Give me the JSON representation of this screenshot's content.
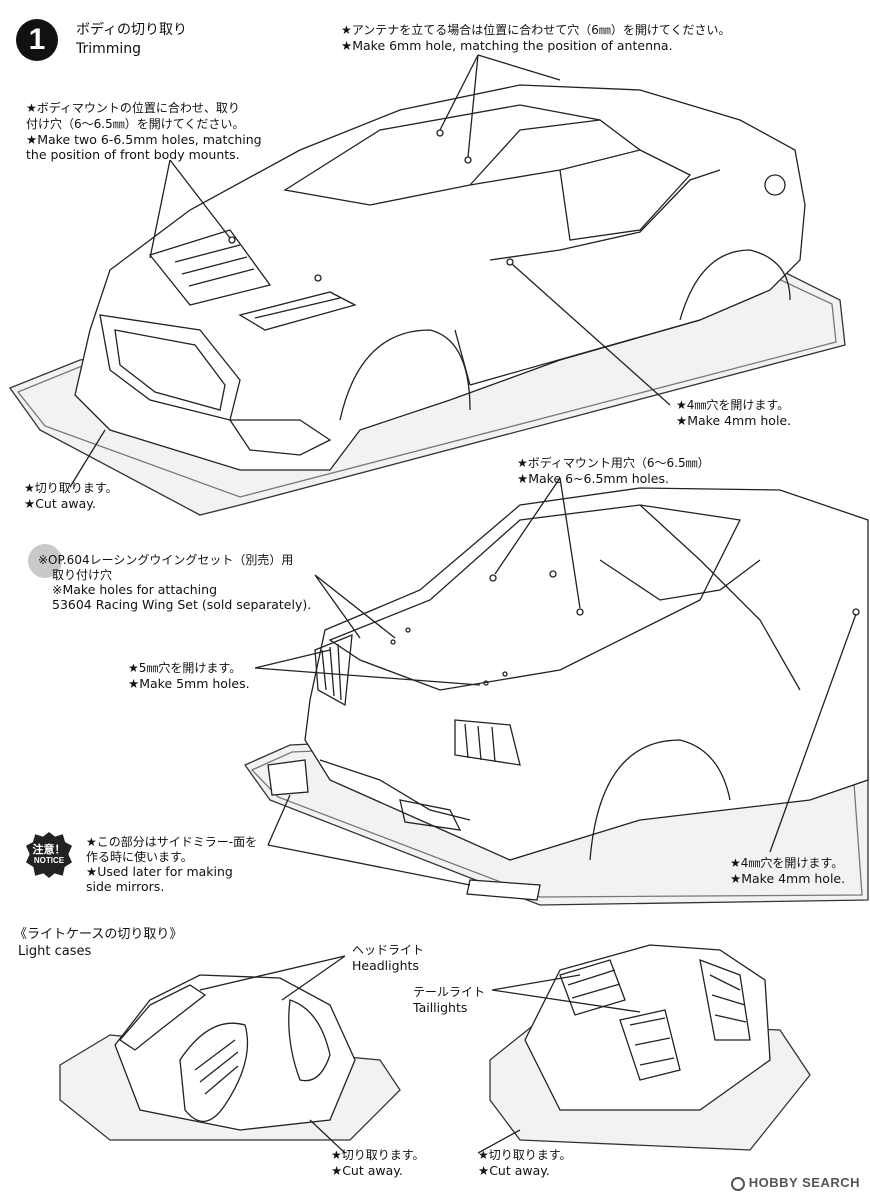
{
  "step": {
    "number": "1",
    "title_jp": "ボディの切り取り",
    "title_en": "Trimming"
  },
  "callouts": {
    "antenna_jp": "★アンテナを立てる場合は位置に合わせて穴（6㎜）を開けてください。",
    "antenna_en": "★Make 6mm hole, matching the position of antenna.",
    "front_mount_jp1": "★ボディマウントの位置に合わせ、取り",
    "front_mount_jp2": "付け穴（6～6.5㎜）を開けてください。",
    "front_mount_en1": "★Make two 6-6.5mm holes, matching",
    "front_mount_en2": "the position of front body mounts.",
    "hole4_top_jp": "★4㎜穴を開けます。",
    "hole4_top_en": "★Make 4mm hole.",
    "cut_top_jp": "★切り取ります。",
    "cut_top_en": "★Cut away.",
    "rear_mount_jp": "★ボディマウント用穴（6～6.5㎜）",
    "rear_mount_en": "★Make 6~6.5mm holes.",
    "wing_jp1": "※OP.604レーシングウイングセット（別売）用",
    "wing_jp2": "取り付け穴",
    "wing_en1": "※Make holes for attaching",
    "wing_en2": "53604 Racing Wing Set (sold separately).",
    "hole5_jp": "★5㎜穴を開けます。",
    "hole5_en": "★Make 5mm holes.",
    "notice_jp1": "★この部分はサイドミラー‐面を",
    "notice_jp2": "作る時に使います。",
    "notice_en1": "★Used later for making",
    "notice_en2": "side mirrors.",
    "hole4_bottom_jp": "★4㎜穴を開けます。",
    "hole4_bottom_en": "★Make 4mm hole."
  },
  "notice_badge": {
    "jp": "注意！",
    "en": "NOTICE"
  },
  "light_cases": {
    "heading_jp": "《ライトケースの切り取り》",
    "heading_en": "Light cases",
    "headlights_jp": "ヘッドライト",
    "headlights_en": "Headlights",
    "taillights_jp": "テールライト",
    "taillights_en": "Taillights",
    "cut_left_jp": "★切り取ります。",
    "cut_left_en": "★Cut away.",
    "cut_right_jp": "★切り取ります。",
    "cut_right_en": "★Cut away."
  },
  "watermark": "HOBBY SEARCH",
  "colors": {
    "ink": "#111111",
    "light_gray": "#e8e8e8",
    "badge_gray": "#c9c9c9"
  }
}
